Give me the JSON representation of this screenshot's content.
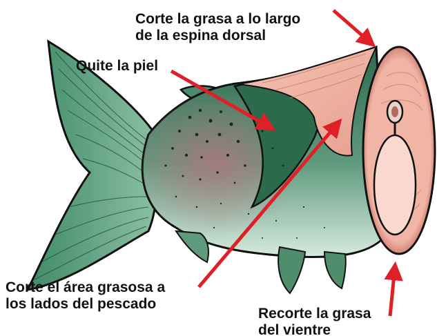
{
  "annotations": [
    {
      "id": "backbone_fat",
      "text": "Corte la grasa a lo largo\nde la espina dorsal"
    },
    {
      "id": "remove_skin",
      "text": "Quite la piel"
    },
    {
      "id": "side_fat",
      "text": "Corte el área grasosa a\nlos lados del pescado"
    },
    {
      "id": "belly_fat",
      "text": "Recorte la grasa\ndel vientre"
    }
  ],
  "colors": {
    "arrow": "#e01f26",
    "skin_green_dark": "#2f6b4f",
    "skin_green_light": "#a9cdb8",
    "flesh": "#f2b8a8",
    "outline": "#111111"
  }
}
